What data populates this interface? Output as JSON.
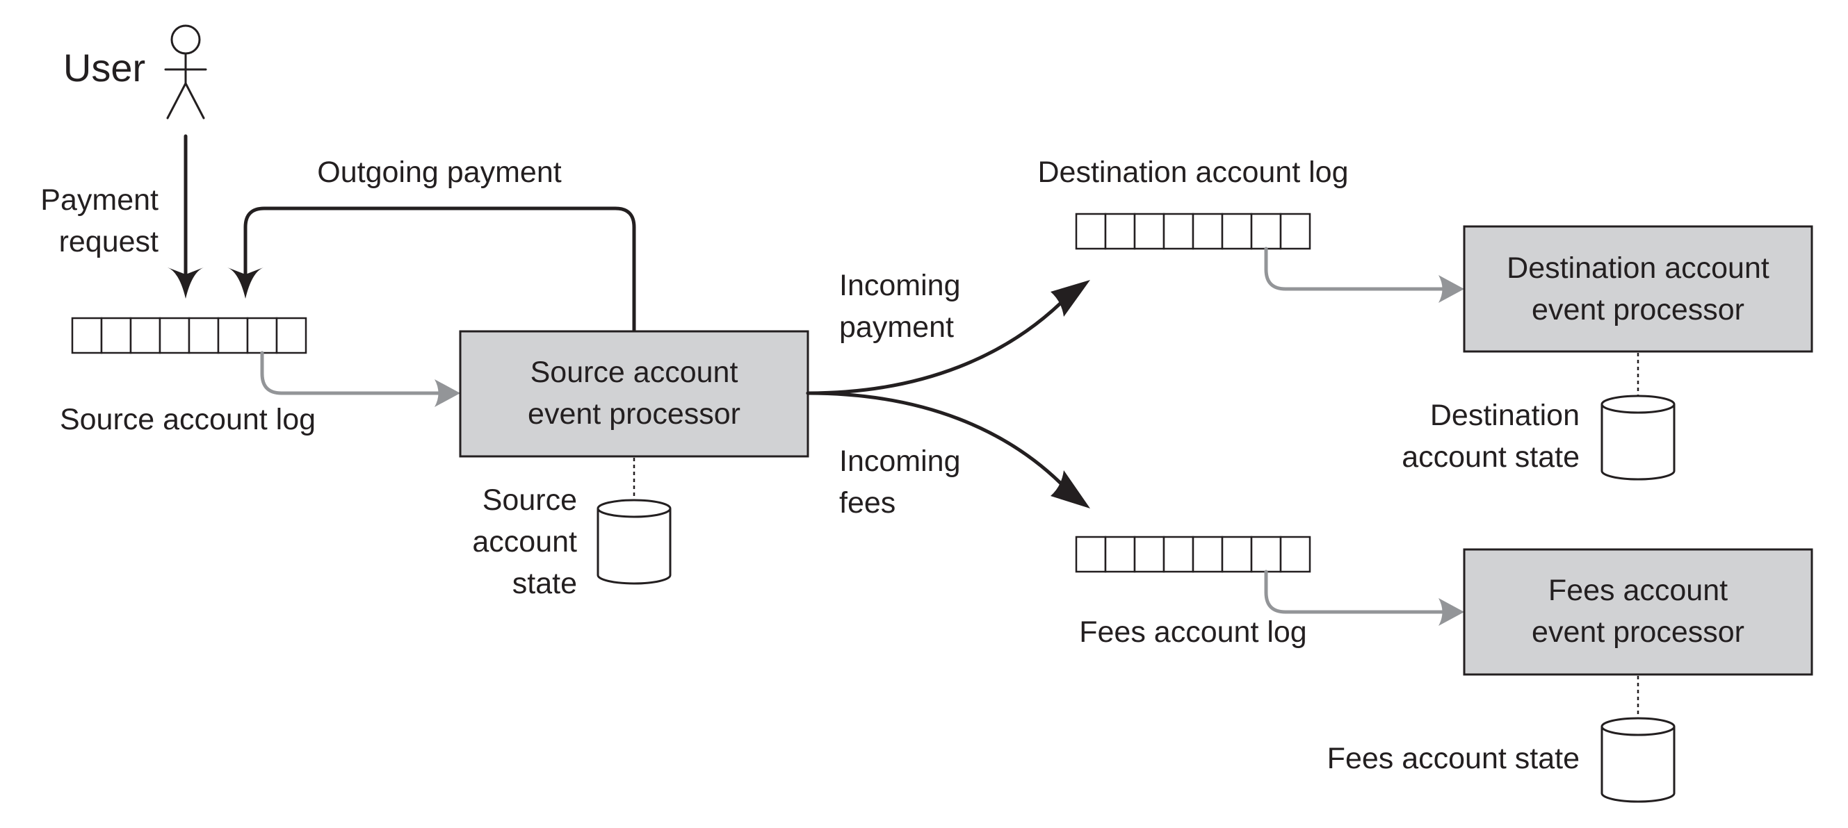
{
  "actor": {
    "label": "User"
  },
  "request": {
    "line1": "Payment",
    "line2": "request"
  },
  "loop": {
    "label": "Outgoing payment"
  },
  "logs": {
    "source": "Source account log",
    "destination": "Destination account log",
    "fees": "Fees account log"
  },
  "processors": {
    "source": {
      "line1": "Source account",
      "line2": "event processor"
    },
    "destination": {
      "line1": "Destination account",
      "line2": "event processor"
    },
    "fees": {
      "line1": "Fees account",
      "line2": "event processor"
    }
  },
  "states": {
    "source": {
      "line1": "Source",
      "line2": "account",
      "line3": "state"
    },
    "destination": {
      "line1": "Destination",
      "line2": "account state"
    },
    "fees": {
      "line1": "Fees account state"
    }
  },
  "flows": {
    "incoming_payment": {
      "line1": "Incoming",
      "line2": "payment"
    },
    "incoming_fees": {
      "line1": "Incoming",
      "line2": "fees"
    }
  },
  "colors": {
    "ink": "#231f20",
    "processor_fill": "#d1d2d4",
    "log_arrow": "#939598"
  }
}
